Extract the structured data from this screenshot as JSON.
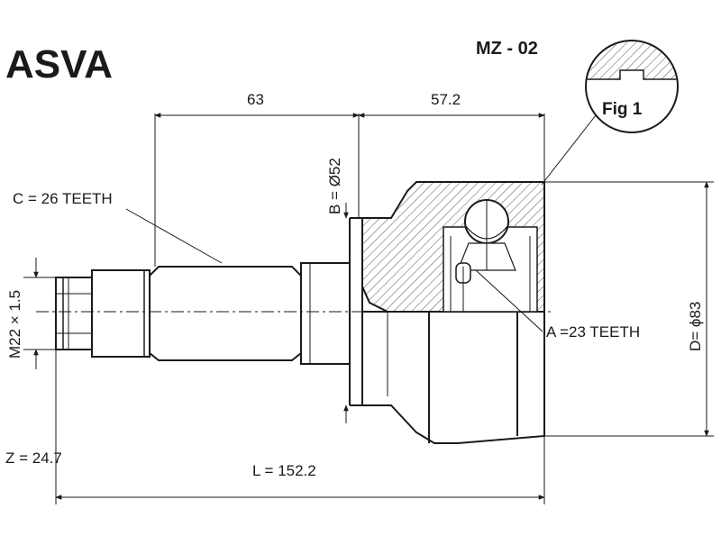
{
  "header": {
    "brand": "ASVA",
    "part_number": "MZ - 02"
  },
  "figure": {
    "label": "Fig 1"
  },
  "dimensions": {
    "shaft_length": "63",
    "bell_length": "57.2",
    "seal_diameter": "B = Ø52",
    "outer_teeth": "C = 26 TEETH",
    "thread": "M22 × 1.5",
    "inner_teeth": "A =23 TEETH",
    "outer_diameter": "D= ϕ83",
    "z_value": "Z = 24.7",
    "total_length": "L = 152.2"
  },
  "colors": {
    "ink": "#1a1a1a",
    "hatch": "#555555"
  }
}
